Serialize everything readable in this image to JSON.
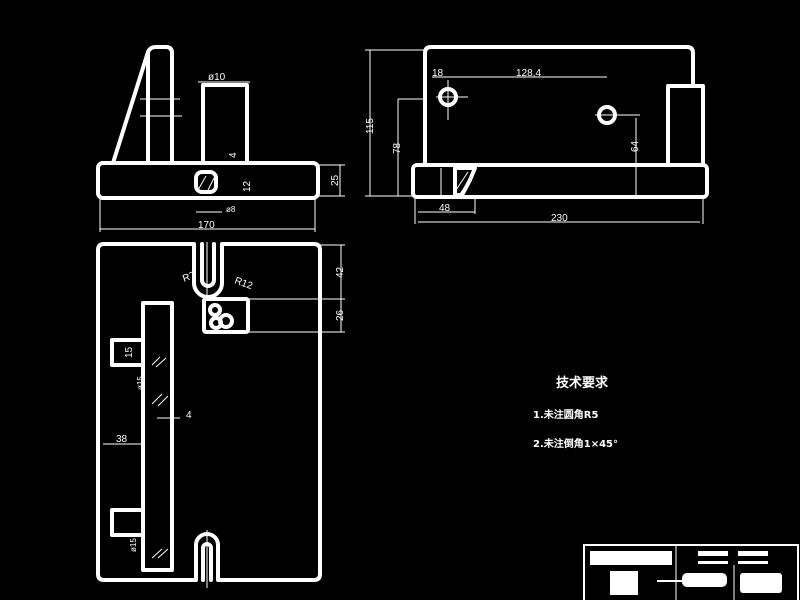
{
  "drawing": {
    "background": "#000000",
    "line_color": "#ffffff",
    "front_view": {
      "dims": {
        "width": "170",
        "height": "25",
        "top_dia": "ø10",
        "depth": "4",
        "hole_depth": "12",
        "hole_dia": "ø8"
      }
    },
    "side_view": {
      "dims": {
        "height": "115",
        "hole1_height": "78",
        "hole2_height": "64",
        "hole1_offset": "18",
        "hole_spacing": "128,4",
        "slot_width": "48",
        "length": "230"
      }
    },
    "plan_view": {
      "dims": {
        "slot_radius_inner": "R7",
        "slot_radius_outer": "R12",
        "slot_depth": "42",
        "block_height": "26",
        "tab_width": "15",
        "bore_dia_1": "ø15",
        "bore_dia_2": "ø15",
        "wall": "4",
        "offset": "38"
      }
    },
    "technical_requirements": {
      "title": "技术要求",
      "items": [
        "1.未注圆角R5",
        "2.未注倒角1×45°"
      ]
    }
  }
}
